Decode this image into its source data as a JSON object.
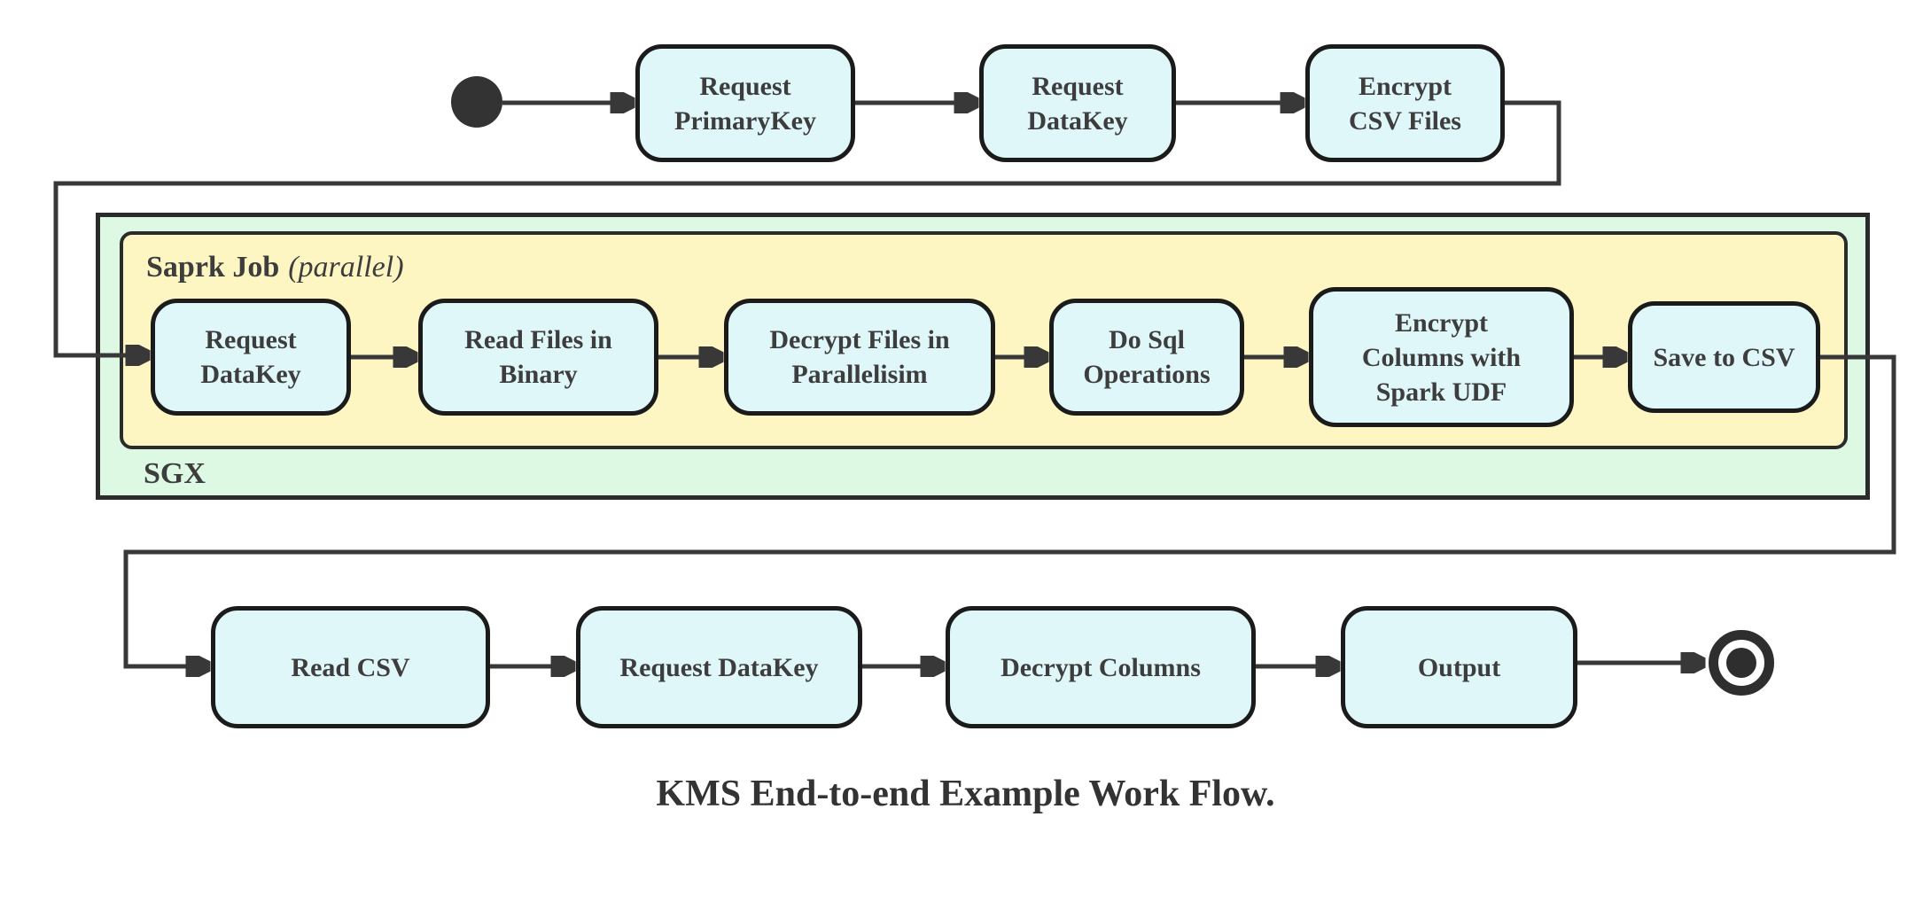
{
  "diagram": {
    "caption": "KMS End-to-end Example Work Flow.",
    "containers": {
      "sgx": {
        "label": "SGX"
      },
      "spark_job": {
        "title": "Saprk Job",
        "qualifier": "(parallel)"
      }
    },
    "top_row": [
      {
        "label": "Request\nPrimaryKey"
      },
      {
        "label": "Request\nDataKey"
      },
      {
        "label": "Encrypt\nCSV Files"
      }
    ],
    "spark_row": [
      {
        "label": "Request\nDataKey"
      },
      {
        "label": "Read Files in\nBinary"
      },
      {
        "label": "Decrypt Files in\nParallelisim"
      },
      {
        "label": "Do Sql\nOperations"
      },
      {
        "label": "Encrypt\nColumns with\nSpark UDF"
      },
      {
        "label": "Save to CSV"
      }
    ],
    "bottom_row": [
      {
        "label": "Read CSV"
      },
      {
        "label": "Request DataKey"
      },
      {
        "label": "Decrypt Columns"
      },
      {
        "label": "Output"
      }
    ],
    "colors": {
      "node_fill": "#e0f7fa",
      "node_border": "#1b1b1b",
      "sgx_fill": "#ddf8e3",
      "spark_fill": "#fdf6c3",
      "edge": "#383838",
      "text": "#3d3d3d"
    }
  }
}
